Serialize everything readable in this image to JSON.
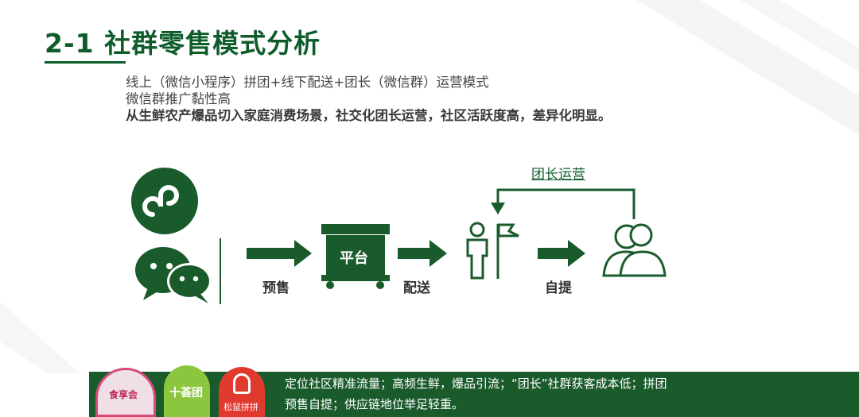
{
  "title": "2-1 社群零售模式分析",
  "description": {
    "line1": "线上（微信小程序）拼团+线下配送+团长（微信群）运营模式",
    "line2": "微信群推广黏性高",
    "line3": "从生鲜农产爆品切入家庭消费场景，社交化团长运营，社区活跃度高，差异化明显。"
  },
  "diagram": {
    "platform_label": "平台",
    "presale_label": "预售",
    "delivery_label": "配送",
    "pickup_label": "自提",
    "loop_label": "团长运营",
    "icons": [
      "mini-program-icon",
      "wechat-icon",
      "cart-icon",
      "leader-flag-icon",
      "group-users-icon"
    ]
  },
  "logos": {
    "logo1_name": "食享会",
    "logo2_name": "十荟团",
    "logo3_name": "松鼠拼拼"
  },
  "bottom": {
    "line1": "定位社区精准流量；高频生鲜，爆品引流；“团长”社群获客成本低；拼团",
    "line2": "预售自提；供应链地位举足轻重。"
  },
  "colors": {
    "primary": "#0f5c2b",
    "bar": "#1a5b2c"
  }
}
